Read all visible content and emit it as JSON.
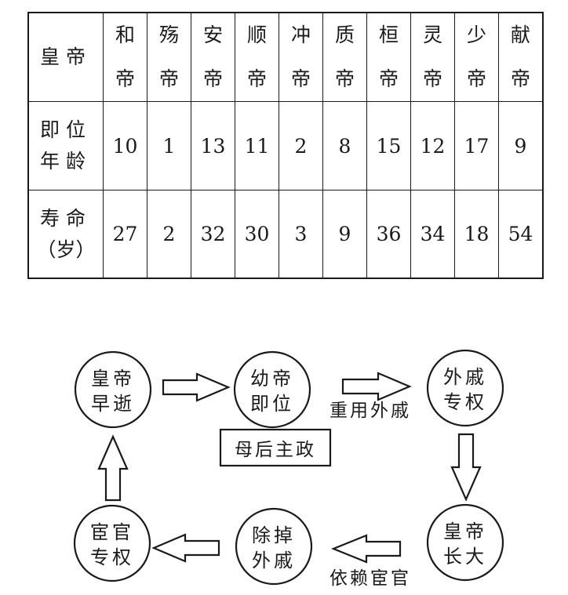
{
  "table": {
    "row_headers": [
      [
        "皇帝"
      ],
      [
        "即位",
        "年龄"
      ],
      [
        "寿命",
        "（岁）"
      ]
    ],
    "emperors": [
      {
        "name": [
          "和",
          "帝"
        ],
        "accession_age": "10",
        "lifespan": "27"
      },
      {
        "name": [
          "殇",
          "帝"
        ],
        "accession_age": "1",
        "lifespan": "2"
      },
      {
        "name": [
          "安",
          "帝"
        ],
        "accession_age": "13",
        "lifespan": "32"
      },
      {
        "name": [
          "顺",
          "帝"
        ],
        "accession_age": "11",
        "lifespan": "30"
      },
      {
        "name": [
          "冲",
          "帝"
        ],
        "accession_age": "2",
        "lifespan": "3"
      },
      {
        "name": [
          "质",
          "帝"
        ],
        "accession_age": "8",
        "lifespan": "9"
      },
      {
        "name": [
          "桓",
          "帝"
        ],
        "accession_age": "15",
        "lifespan": "36"
      },
      {
        "name": [
          "灵",
          "帝"
        ],
        "accession_age": "12",
        "lifespan": "34"
      },
      {
        "name": [
          "少",
          "帝"
        ],
        "accession_age": "17",
        "lifespan": "18"
      },
      {
        "name": [
          "献",
          "帝"
        ],
        "accession_age": "9",
        "lifespan": "54"
      }
    ]
  },
  "diagram": {
    "nodes": [
      {
        "id": "early-death",
        "line1": "皇帝",
        "line2": "早逝"
      },
      {
        "id": "child-enthroned",
        "line1": "幼帝",
        "line2": "即位"
      },
      {
        "id": "consort-power",
        "line1": "外戚",
        "line2": "专权"
      },
      {
        "id": "emperor-grows",
        "line1": "皇帝",
        "line2": "长大"
      },
      {
        "id": "remove-consort",
        "line1": "除掉",
        "line2": "外戚"
      },
      {
        "id": "eunuch-power",
        "line1": "宦官",
        "line2": "专权"
      }
    ],
    "box_label": "母后主政",
    "edge_labels": {
      "rely_consort": "重用外戚",
      "rely_eunuch": "依赖宦官"
    }
  }
}
